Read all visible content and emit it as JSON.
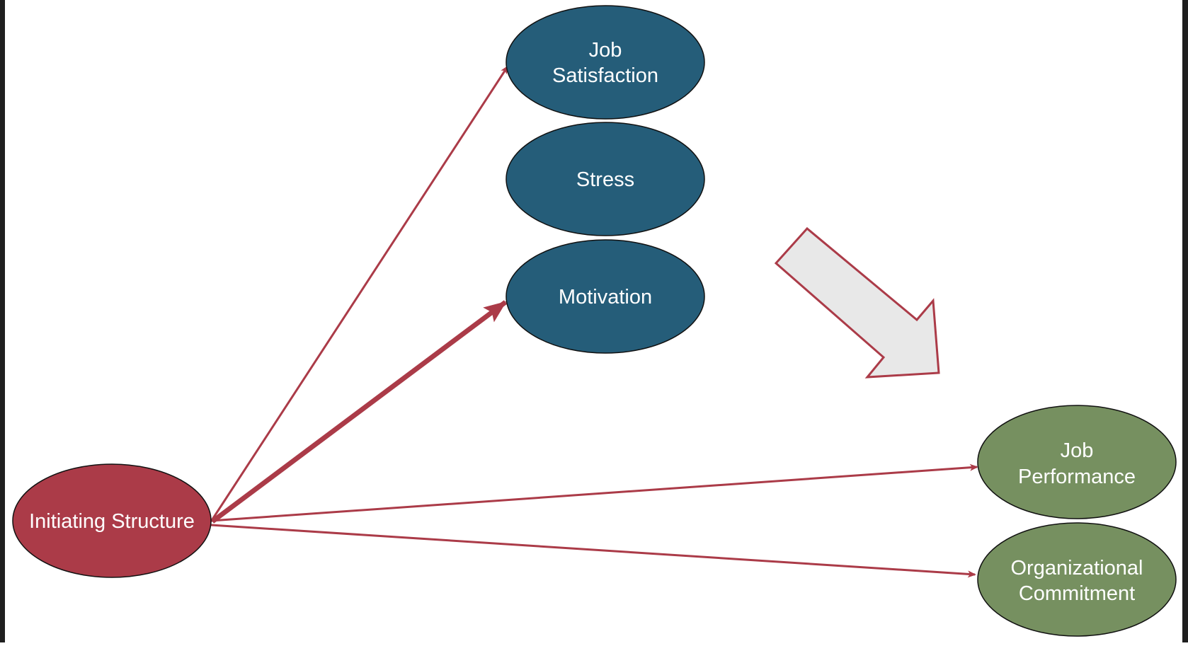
{
  "nodes": {
    "job_satisfaction": {
      "line1": "Job",
      "line2": "Satisfaction"
    },
    "stress": {
      "label": "Stress"
    },
    "motivation": {
      "label": "Motivation"
    },
    "initiating_structure": {
      "label": "Initiating Structure"
    },
    "job_performance": {
      "line1": "Job",
      "line2": "Performance"
    },
    "organizational_commitment": {
      "line1": "Organizational",
      "line2": "Commitment"
    }
  },
  "colors": {
    "mediator_fill": "#255d79",
    "source_fill": "#ab3b48",
    "outcome_fill": "#769060",
    "arrow_color": "#ab3b48",
    "block_arrow_fill": "#e8e8e8",
    "block_arrow_stroke": "#ab3b48"
  },
  "edges": [
    {
      "from": "initiating_structure",
      "to": "job_satisfaction",
      "weight": "thin"
    },
    {
      "from": "initiating_structure",
      "to": "motivation",
      "weight": "thick"
    },
    {
      "from": "initiating_structure",
      "to": "job_performance",
      "weight": "thin"
    },
    {
      "from": "initiating_structure",
      "to": "organizational_commitment",
      "weight": "thin"
    }
  ]
}
